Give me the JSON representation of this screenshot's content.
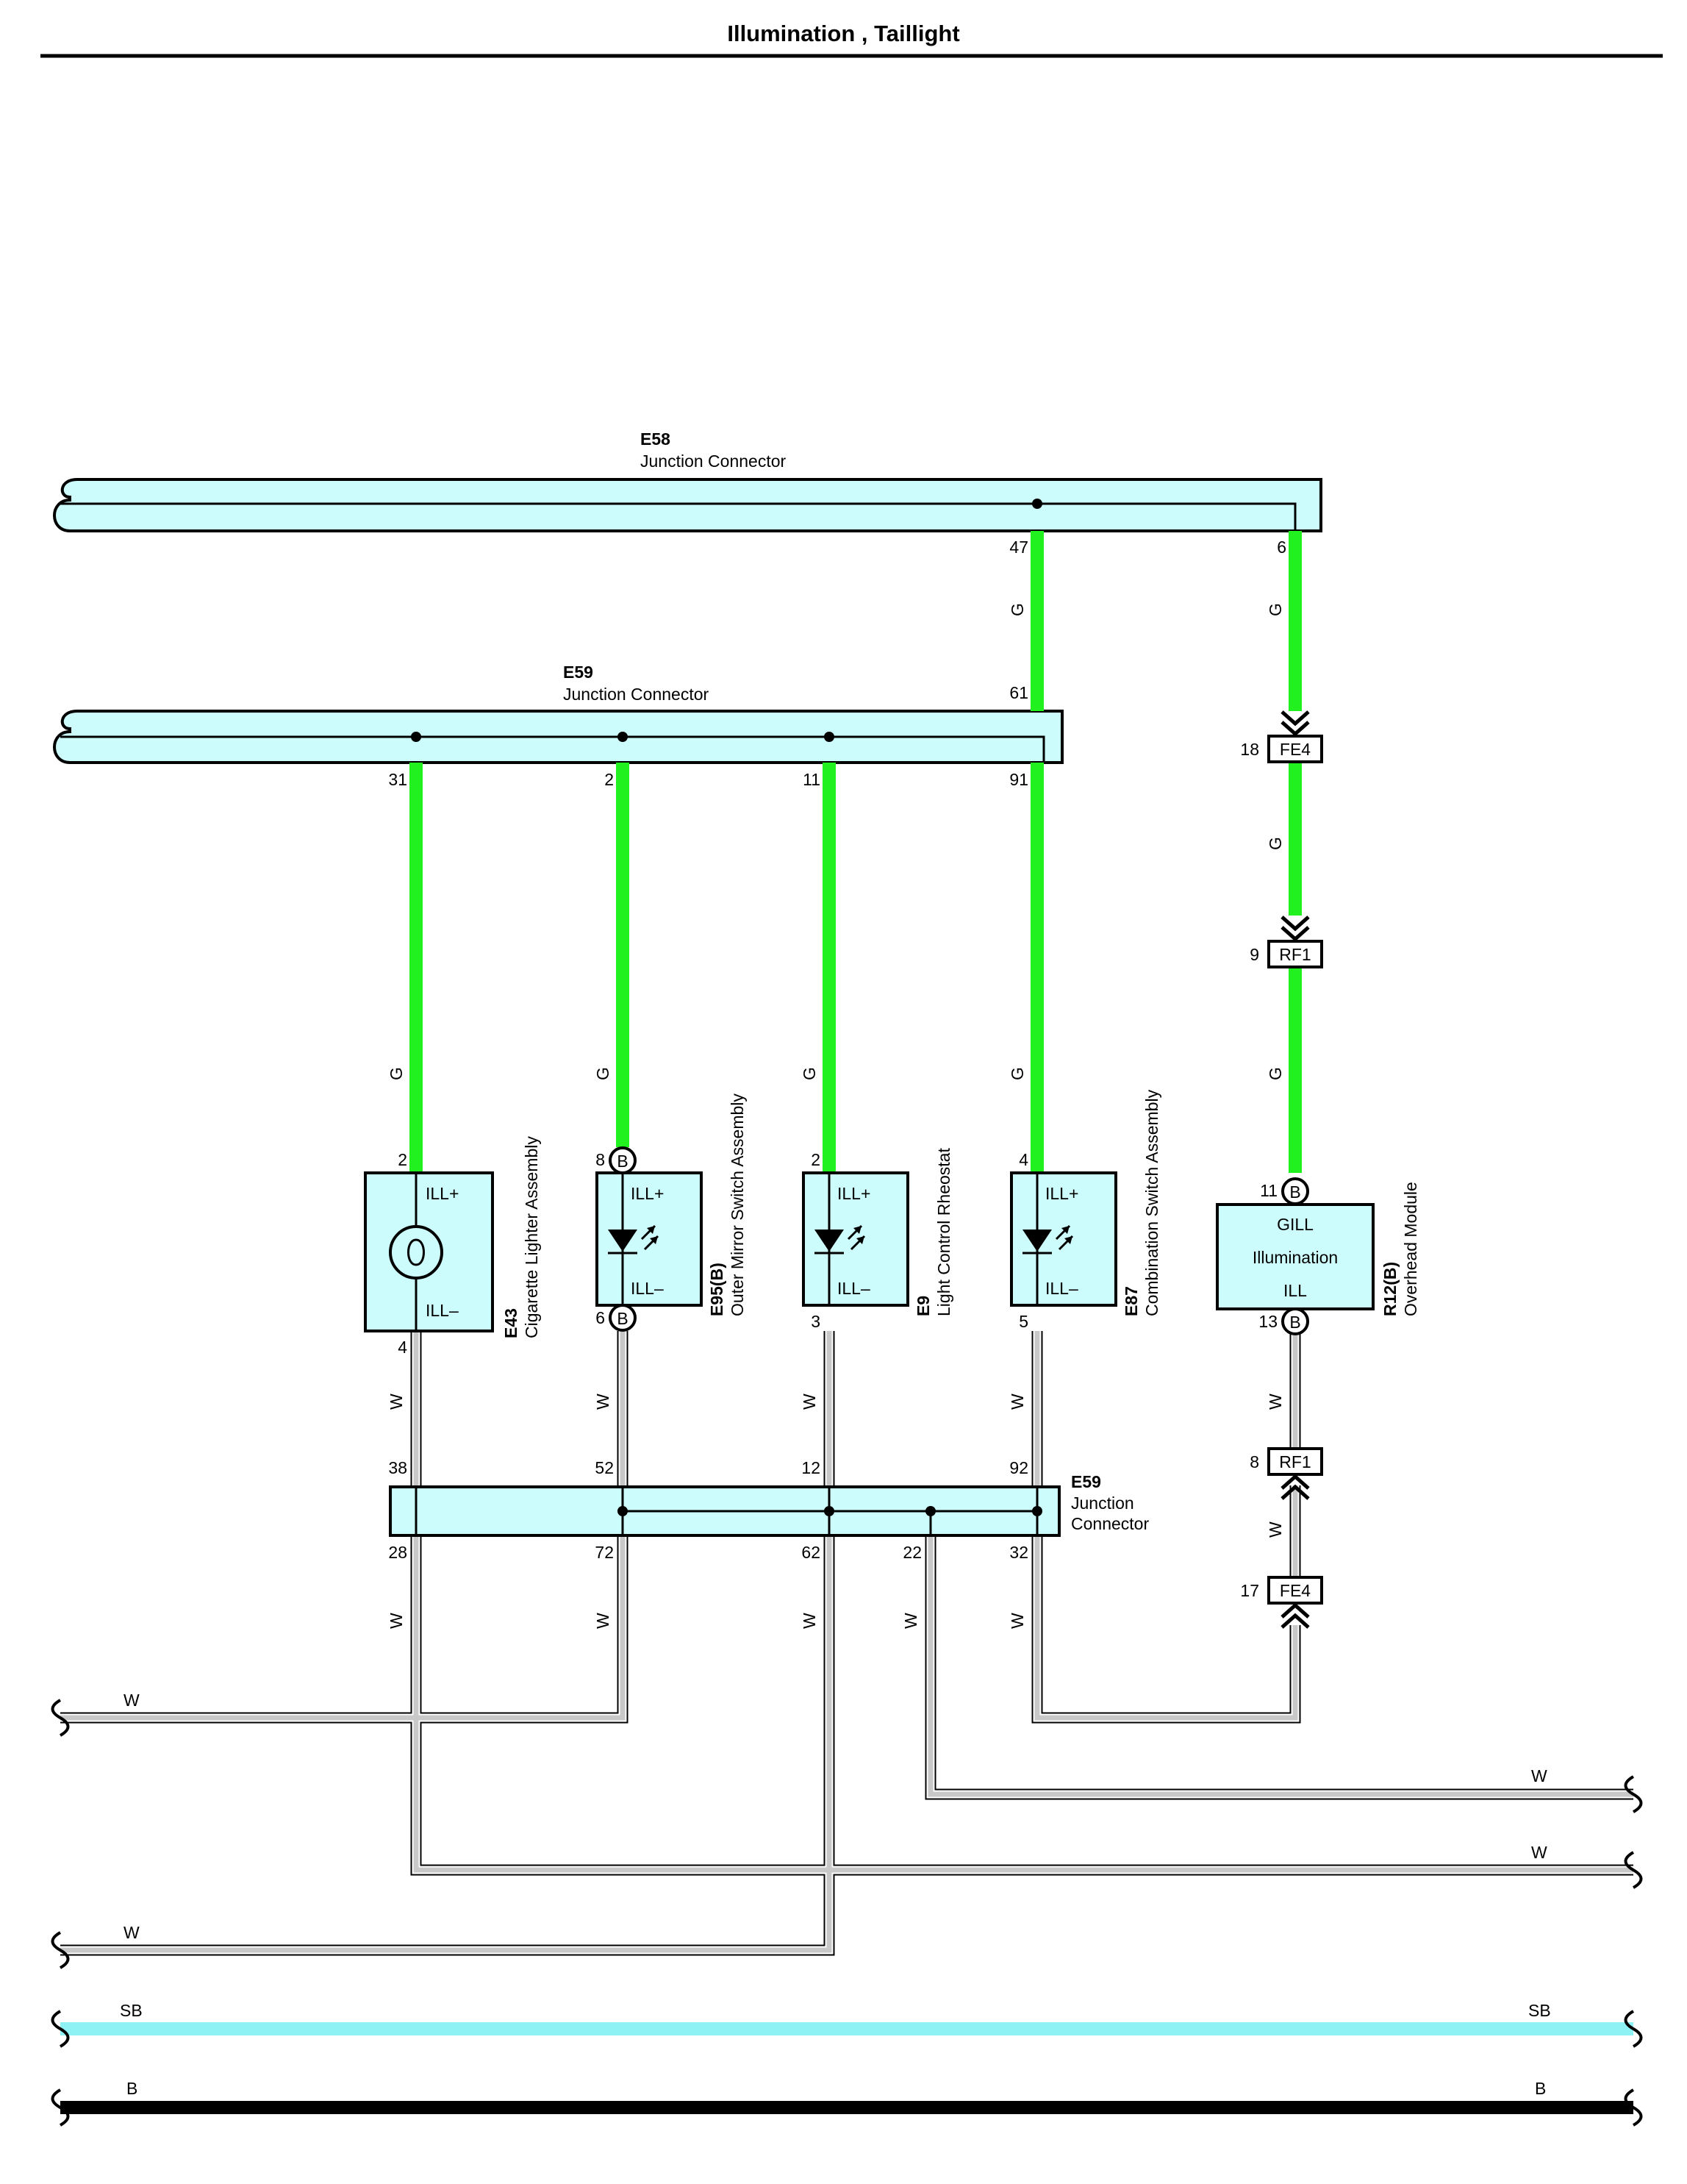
{
  "title": "Illumination , Taillight",
  "colors": {
    "green_wire": "#21f21f",
    "white_wire": "#c8c8c8",
    "sky_blue_wire": "#8ef2f4",
    "black_wire": "#000000",
    "component_fill": "#ccfcfc",
    "line": "#000000"
  },
  "connectors": {
    "e58": {
      "id": "E58",
      "name": "Junction Connector"
    },
    "e59_top": {
      "id": "E59",
      "name": "Junction Connector"
    },
    "e59_bottom": {
      "id": "E59",
      "name_line1": "Junction",
      "name_line2": "Connector"
    }
  },
  "components": {
    "e43": {
      "id": "E43",
      "name": "Cigarette Lighter Assembly",
      "pin_top": "2",
      "pin_bottom": "4",
      "label_top": "ILL+",
      "label_bottom": "ILL–",
      "icon": "lamp-icon"
    },
    "e95": {
      "id": "E95(B)",
      "name": "Outer Mirror Switch Assembly",
      "pin_top": "8",
      "pin_bottom": "6",
      "badge": "B",
      "label_top": "ILL+",
      "label_bottom": "ILL–",
      "icon": "led-icon"
    },
    "e9": {
      "id": "E9",
      "name": "Light Control Rheostat",
      "pin_top": "2",
      "pin_bottom": "3",
      "label_top": "ILL+",
      "label_bottom": "ILL–",
      "icon": "led-icon"
    },
    "e87": {
      "id": "E87",
      "name": "Combination Switch Assembly",
      "pin_top": "4",
      "pin_bottom": "5",
      "label_top": "ILL+",
      "label_bottom": "ILL–",
      "icon": "led-icon"
    },
    "r12": {
      "id": "R12(B)",
      "name": "Overhead Module",
      "pin_top": "11",
      "pin_bottom": "13",
      "badge": "B",
      "line1": "GILL",
      "line2": "Illumination",
      "line3": "ILL"
    }
  },
  "pins": {
    "e58_47": "47",
    "e58_6": "6",
    "e59t_61": "61",
    "e59t_31": "31",
    "e59t_2": "2",
    "e59t_11": "11",
    "e59t_91": "91",
    "e59b_38": "38",
    "e59b_52": "52",
    "e59b_12": "12",
    "e59b_92": "92",
    "e59b_28": "28",
    "e59b_72": "72",
    "e59b_62": "62",
    "e59b_22": "22",
    "e59b_32": "32"
  },
  "inline_connectors": {
    "fe4_top": {
      "id": "FE4",
      "pin": "18"
    },
    "rf1_top": {
      "id": "RF1",
      "pin": "9"
    },
    "rf1_bottom": {
      "id": "RF1",
      "pin": "8"
    },
    "fe4_bottom": {
      "id": "FE4",
      "pin": "17"
    }
  },
  "wire_colors": {
    "green": "G",
    "white": "W",
    "sky_blue": "SB",
    "black": "B"
  }
}
